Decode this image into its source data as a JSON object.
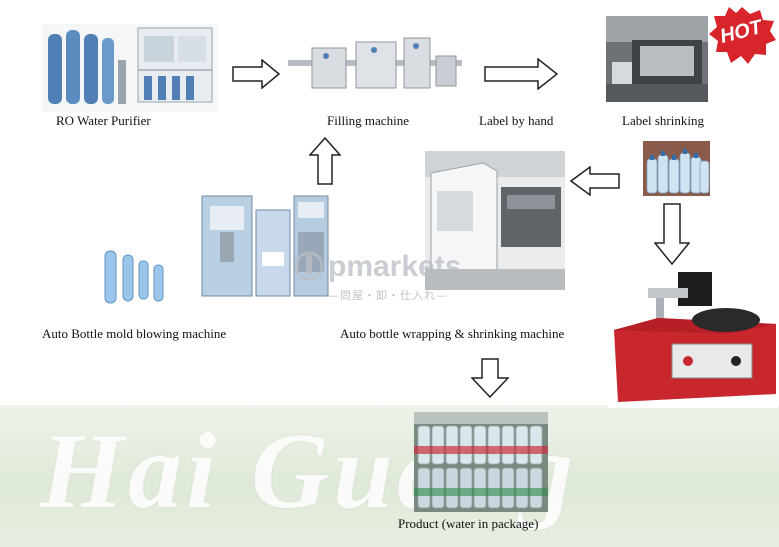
{
  "steps": {
    "ro": "RO Water Purifier",
    "filling": "Filling machine",
    "label_hand": "Label by hand",
    "label_shrink": "Label shrinking",
    "blowing": "Auto Bottle mold blowing machine",
    "wrapping": "Auto bottle wrapping & shrinking machine",
    "product": "Product (water in package)"
  },
  "badge": {
    "hot": "HOT"
  },
  "watermark": {
    "brand": "pmarkets",
    "sub": "—問屋・卸・仕入れ—"
  },
  "banner": {
    "text": "Hai Guang"
  }
}
